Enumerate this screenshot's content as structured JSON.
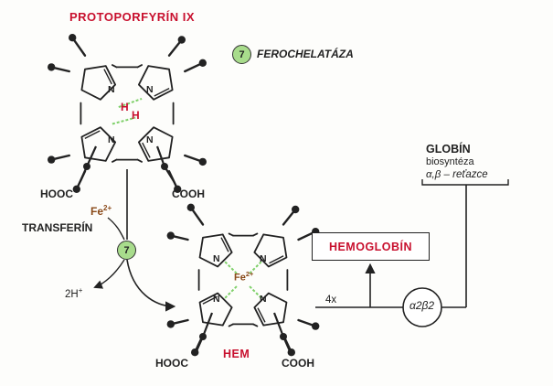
{
  "titles": {
    "protoporphyrin": "PROTOPORFYRÍN IX",
    "hem": "HEM",
    "globin": "GLOBÍN",
    "globin_line2": "biosyntéza",
    "globin_line3": "α,β – reťazce"
  },
  "enzyme": {
    "number": "7",
    "name": "FEROCHELATÁZA"
  },
  "labels": {
    "hooc": "HOOC",
    "cooh": "COOH",
    "fe": "Fe2+",
    "fe_base": "Fe",
    "fe_sup": "2+",
    "transferin": "TRANSFERÍN",
    "two_h": "2H",
    "two_h_sup": "+",
    "four_x": "4x",
    "hemoglobin": "HEMOGLOBÍN",
    "subunit": "α2β2",
    "n": "N",
    "h": "H"
  },
  "colors": {
    "title_red": "#c8102e",
    "enzyme_green": "#a8dc8c",
    "iron_brown": "#8a4a1a",
    "bond_green": "#7fd06a",
    "h_red": "#c8102e"
  }
}
